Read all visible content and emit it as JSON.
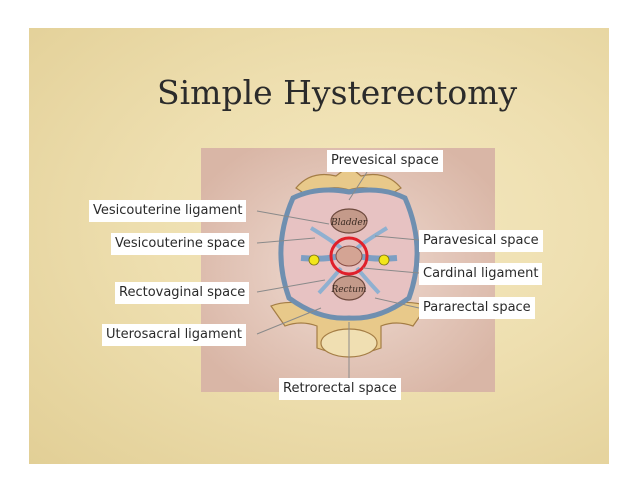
{
  "slide": {
    "title": "Simple Hysterectomy"
  },
  "diagram": {
    "organ_labels": {
      "bladder": "Bladder",
      "rectum": "Rectum"
    },
    "labels": {
      "prevesical_space": "Prevesical space",
      "vesicouterine_ligament": "Vesicouterine ligament",
      "vesicouterine_space": "Vesicouterine space",
      "rectovaginal_space": "Rectovaginal space",
      "uterosacral_ligament": "Uterosacral ligament",
      "retrorectal_space": "Retrorectal space",
      "paravesical_space": "Paravesical space",
      "cardinal_ligament": "Cardinal ligament",
      "pararectal_space": "Pararectal space"
    },
    "colors": {
      "highlight_circle": "#e0202a",
      "marker_dots": "#f2e61a",
      "leader_lines": "#8a8a8a",
      "bone": "#e8c98a"
    }
  }
}
